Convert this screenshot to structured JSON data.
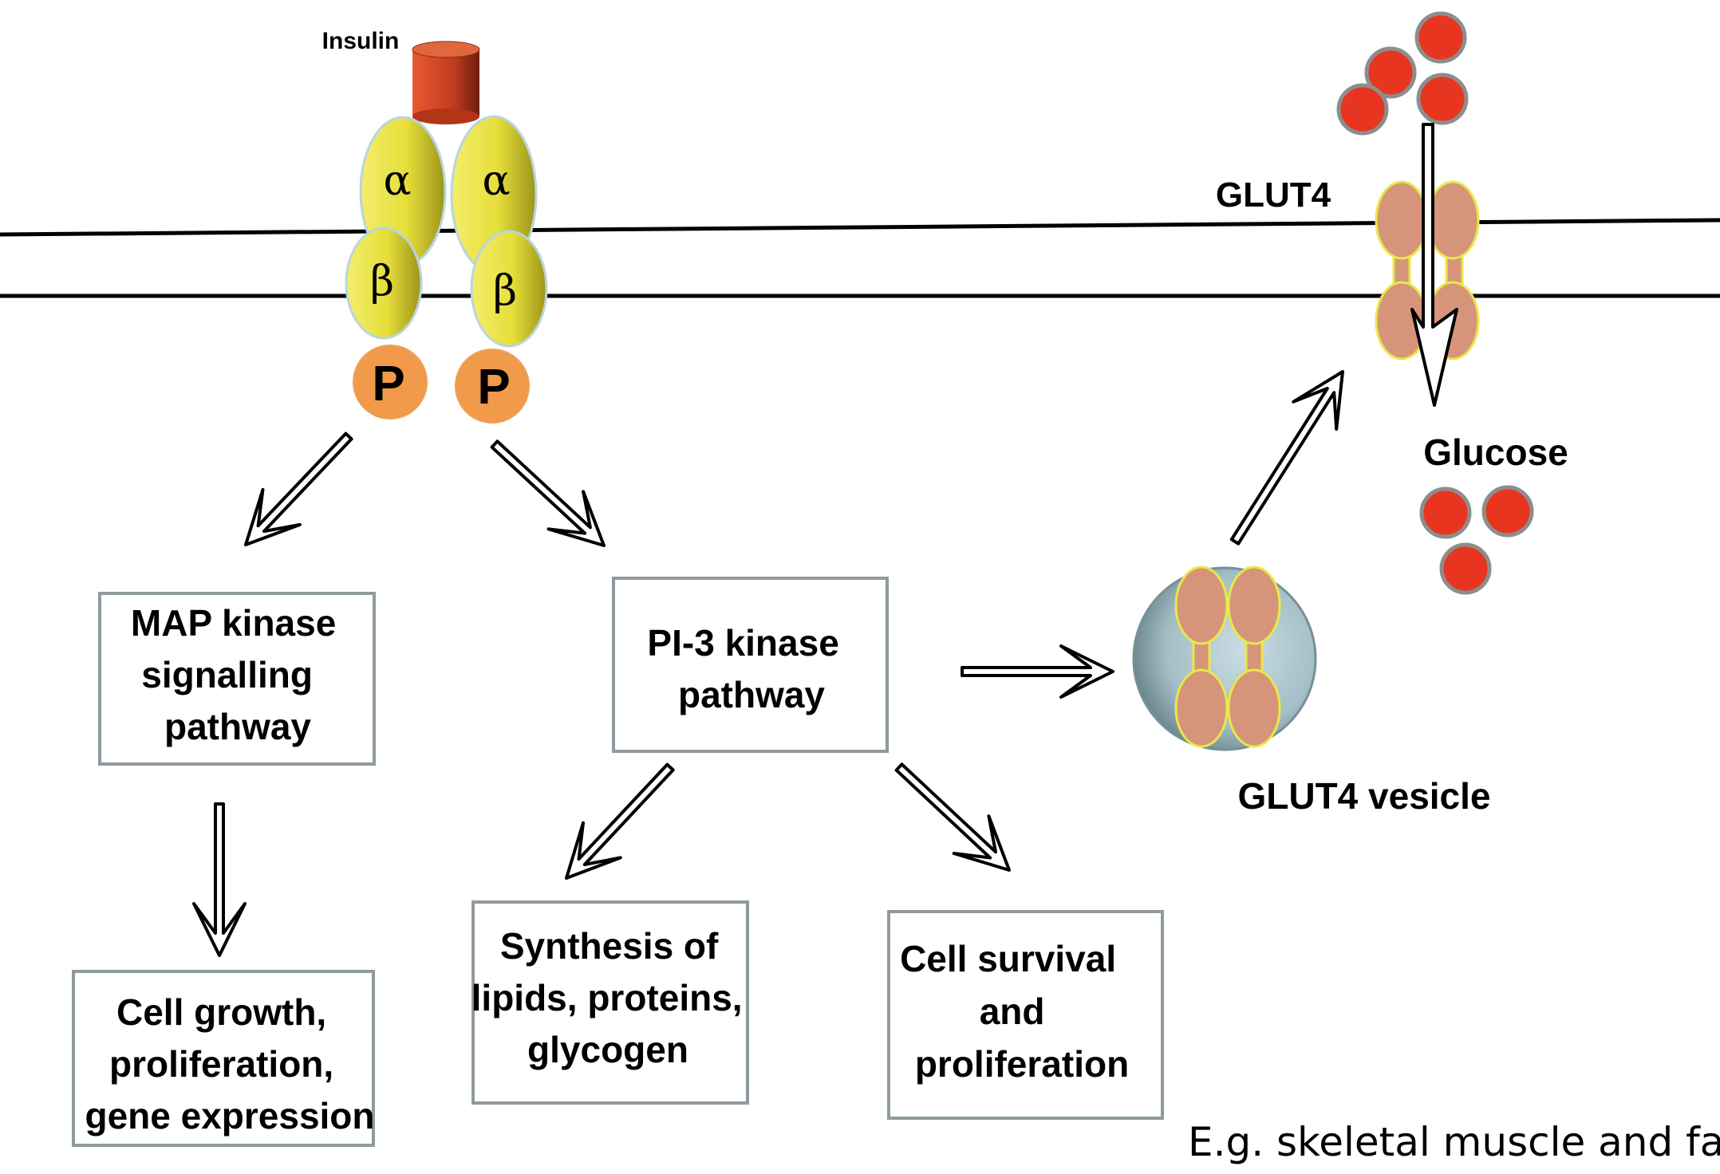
{
  "labels": {
    "insulin": "Insulin",
    "alpha": "α",
    "beta": "β",
    "phospho": "P",
    "glut4": "GLUT4",
    "glucose": "Glucose",
    "glut4_vesicle": "GLUT4 vesicle",
    "footnote": "E.g. skeletal muscle and fat"
  },
  "boxes": {
    "map_kinase": [
      "MAP kinase",
      "signalling",
      "pathway"
    ],
    "pi3_kinase": [
      "PI-3 kinase",
      "pathway"
    ],
    "cell_growth": [
      "Cell growth,",
      "proliferation,",
      "gene expression"
    ],
    "synthesis": [
      "Synthesis of",
      "lipids, proteins,",
      "glycogen"
    ],
    "cell_survival": [
      "Cell survival",
      "and",
      "proliferation"
    ]
  },
  "colors": {
    "insulin": "#d4482a",
    "receptor_subunit": "#e6de3a",
    "phospho": "#f09a4a",
    "glucose": "#e8351f",
    "glut4": "#d6957a",
    "glut4_outline": "#e8e84a",
    "vesicle": "#a9c4cc",
    "box_border": "#8e9a9e"
  }
}
